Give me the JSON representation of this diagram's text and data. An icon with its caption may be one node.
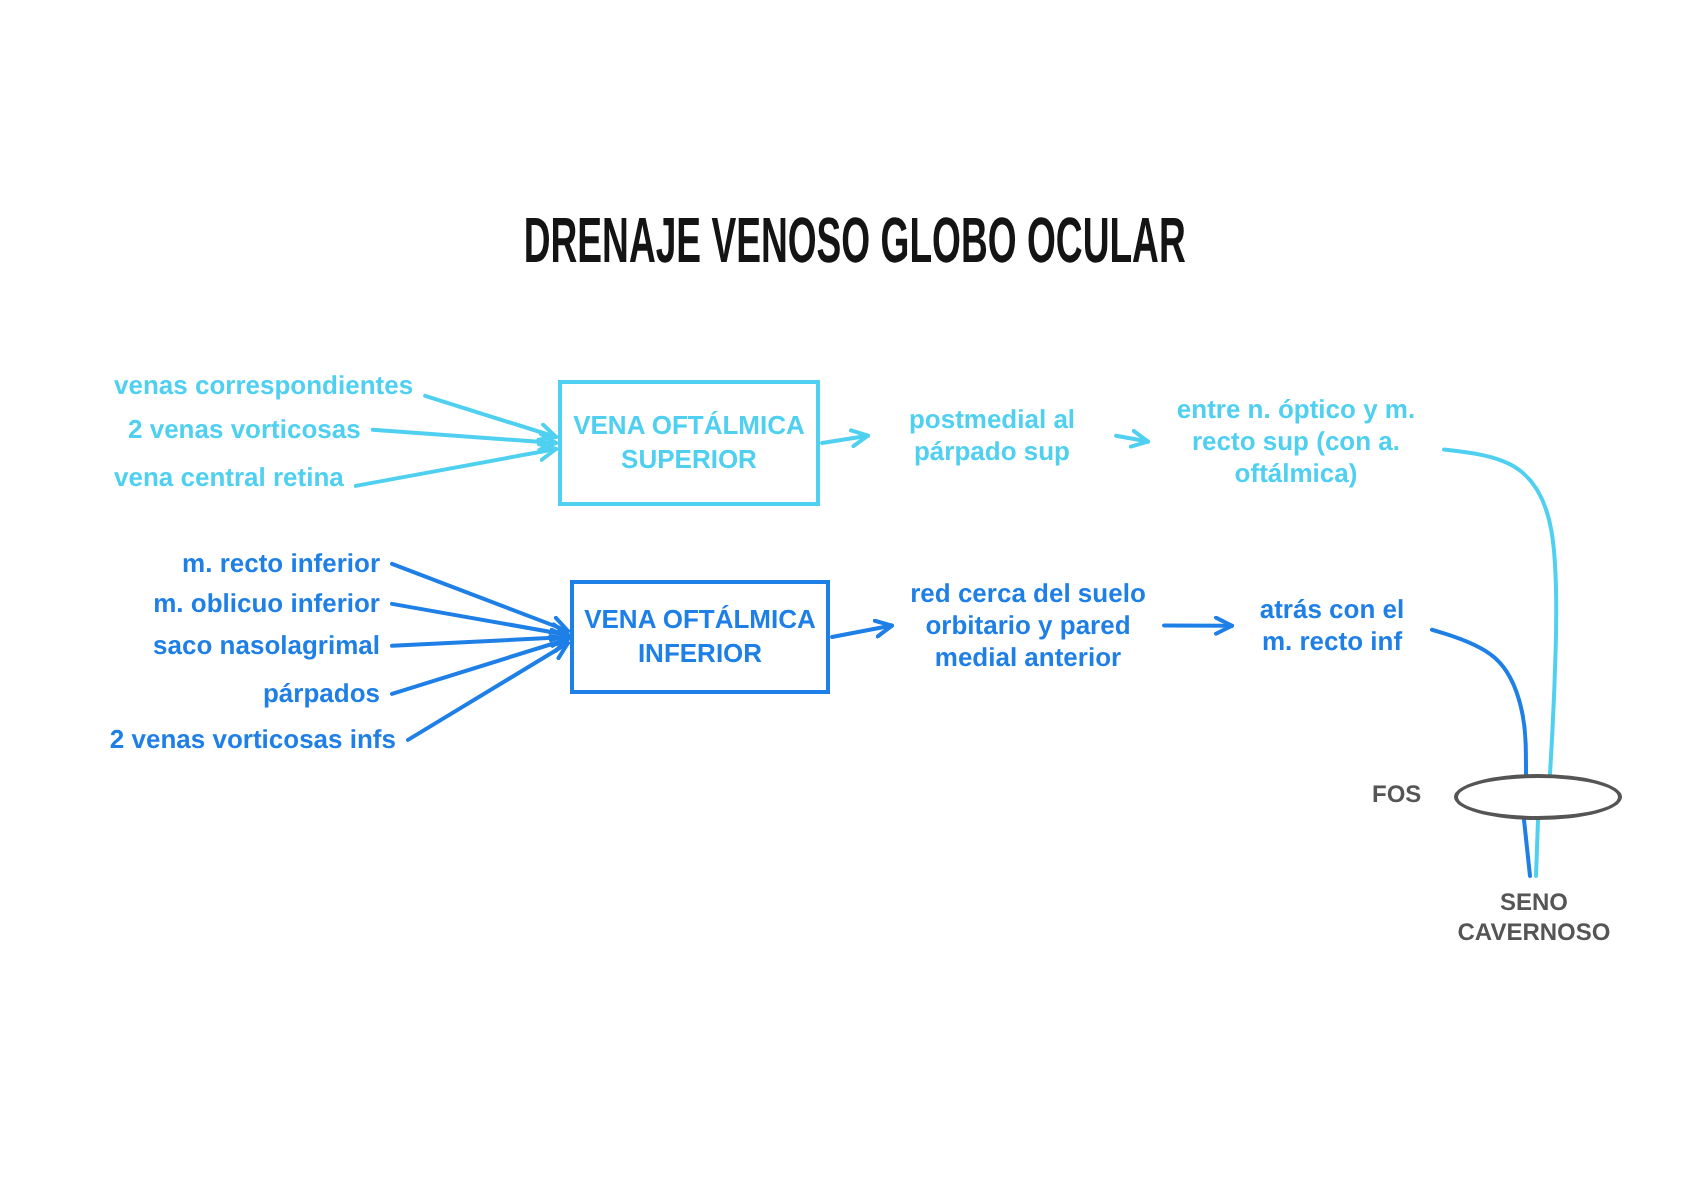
{
  "diagram": {
    "title": "DRENAJE VENOSO GLOBO OCULAR",
    "nodes": [
      {
        "text": [
          "venas correspondientes"
        ]
      },
      {
        "text": [
          "2 venas vorticosas"
        ]
      },
      {
        "text": [
          "vena central retina"
        ]
      },
      {
        "text": [
          "VENA OFTÁLMICA SUPERIOR"
        ]
      },
      {
        "text": [
          "postmedial al párpado sup"
        ]
      },
      {
        "text": [
          "entre n. óptico y m. recto sup (con a. oftálmica)"
        ]
      },
      {
        "text": [
          "m. recto inferior"
        ]
      },
      {
        "text": [
          "m. oblicuo inferior"
        ]
      },
      {
        "text": [
          "saco nasolagrimal"
        ]
      },
      {
        "text": [
          "párpados"
        ]
      },
      {
        "text": [
          "2 venas vorticosas infs"
        ]
      },
      {
        "text": [
          "VENA OFTÁLMICA INFERIOR"
        ]
      },
      {
        "text": [
          "red cerca del suelo orbitario y pared medial anterior"
        ]
      },
      {
        "text": [
          "atrás con el m. recto inf"
        ]
      },
      {
        "text": [],
        "shape": "ellipse",
        "beside": [
          "FOS"
        ]
      },
      {
        "text": [
          "SENO CAVERNOSO"
        ]
      }
    ],
    "edges": [
      {
        "from": 0,
        "to": 3,
        "arrow": "to",
        "color": "#4fd0f0"
      },
      {
        "from": 1,
        "to": 3,
        "arrow": "to",
        "color": "#4fd0f0"
      },
      {
        "from": 2,
        "to": 3,
        "arrow": "to",
        "color": "#4fd0f0"
      },
      {
        "from": 3,
        "to": 4,
        "arrow": "to",
        "color": "#4fd0f0"
      },
      {
        "from": 4,
        "to": 5,
        "arrow": "to",
        "color": "#4fd0f0"
      },
      {
        "from": 5,
        "to": 14,
        "arrow": "none",
        "color": "#4fd0f0"
      },
      {
        "from": 14,
        "to": 15,
        "arrow": "none",
        "color": "#4fd0f0"
      },
      {
        "from": 6,
        "to": 11,
        "arrow": "to"
      },
      {
        "from": 7,
        "to": 11,
        "arrow": "to"
      },
      {
        "from": 8,
        "to": 11,
        "arrow": "to"
      },
      {
        "from": 9,
        "to": 11,
        "arrow": "to"
      },
      {
        "from": 10,
        "to": 11,
        "arrow": "to"
      },
      {
        "from": 11,
        "to": 12,
        "arrow": "to"
      },
      {
        "from": 12,
        "to": 13,
        "arrow": "to"
      },
      {
        "from": 13,
        "to": 14,
        "arrow": "none"
      },
      {
        "from": 14,
        "to": 15,
        "arrow": "none"
      }
    ]
  }
}
